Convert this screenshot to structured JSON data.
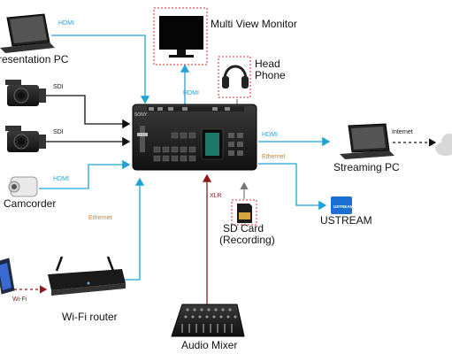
{
  "colors": {
    "hdmi": "#1fa3d6",
    "sdi": "#111111",
    "ethernet": "#1fa3d6",
    "ethernet_label": "#e07b1a",
    "xlr": "#8b1a1a",
    "sdcard_line": "#7a7a7a",
    "highlight_box": "#d42a2a",
    "ustream_blue": "#1b6fd3"
  },
  "devices": {
    "presentation_pc": "resentation PC",
    "multi_view_monitor": "Multi View Monitor",
    "headphone_line1": "Head",
    "headphone_line2": "Phone",
    "camcorder": "Camcorder",
    "streaming_pc": "Streaming PC",
    "ustream": "USTREAM",
    "ustream_logo": "USTREAM",
    "sd_card_line1": "SD Card",
    "sd_card_line2": "(Recording)",
    "wifi_router": "Wi-Fi router",
    "audio_mixer": "Audio Mixer",
    "switcher_brand": "SONY"
  },
  "connections": {
    "hdmi_presentation": "HDMI",
    "sdi_cam1": "SDI",
    "sdi_cam2": "SDI",
    "hdmi_camcorder": "HDMI",
    "hdmi_monitor": "HDMI",
    "hdmi_streaming": "HDMI",
    "ethernet_ustream": "Ethernet",
    "ethernet_router": "Ethernet",
    "internet": "Internet",
    "xlr": "XLR",
    "wifi": "Wi-Fi"
  }
}
